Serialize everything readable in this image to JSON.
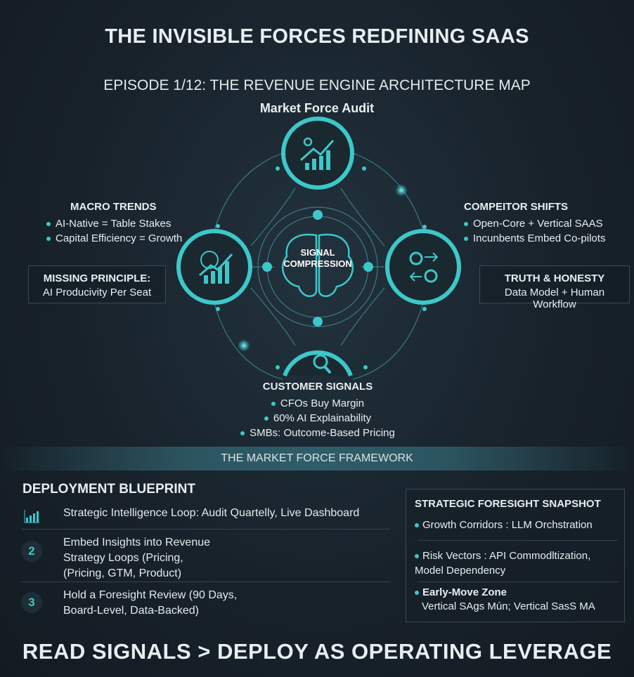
{
  "title": "THE INVISIBLE FORCES REDFINING SAAS",
  "episode": "EPISODE 1/12: THE REVENUE ENGINE ARCHITECTURE MAP",
  "subtitle": "Market Force Audit",
  "center_label": [
    "SIGNAL",
    "COMPRESSION"
  ],
  "macro": {
    "heading": "MACRO TRENDS",
    "items": [
      "AI-Native = Table Stakes",
      "Capital Efficiency = Growth"
    ]
  },
  "missing": {
    "heading": "MISSING PRINCIPLE:",
    "text": "AI Producivity Per Seat"
  },
  "competitor": {
    "heading": "COMPEITOR SHIFTS",
    "items": [
      "Open-Core + Vertical SAAS",
      "Incunbents Embed Co-pilots"
    ]
  },
  "truth": {
    "heading": "TRUTH & HONESTY",
    "text": "Data Model + Human Workflow"
  },
  "customer": {
    "heading": "CUSTOMER SIGNALS",
    "items": [
      "CFOs Buy Margin",
      "60% AI Explainability",
      "SMBs: Outcome-Based Pricing"
    ]
  },
  "framework": "THE MARKET FORCE FRAMEWORK",
  "blueprint": {
    "heading": "DEPLOYMENT BLUEPRINT",
    "rows": [
      {
        "marker": "",
        "text": "Strategic Intelligence Loop: Audit Quartelly, Live Dashboard"
      },
      {
        "marker": "2",
        "text": "Embed Insights into Revenue Strategy Loops (Pricing, (Pricing, GTM, Product)"
      },
      {
        "marker": "3",
        "text": "Hold a Foresight Review (90 Days, Board-Level, Data-Backed)"
      }
    ]
  },
  "snapshot": {
    "heading": "STRATEGIC FORESIGHT SNAPSHOT",
    "items": [
      {
        "label": "Growth Corridors : LLM Orchstration"
      },
      {
        "label": "Risk Vectors : API Commodltization, Model Dependency"
      },
      {
        "label": "Early-Move Zone",
        "detail": "Vertical SAgs Mún; Vertical SasS MA"
      }
    ]
  },
  "footer": "READ SIGNALS > DEPLOY AS OPERATING LEVERAGE",
  "colors": {
    "accent": "#3cc8c8",
    "background": "#18222b"
  }
}
